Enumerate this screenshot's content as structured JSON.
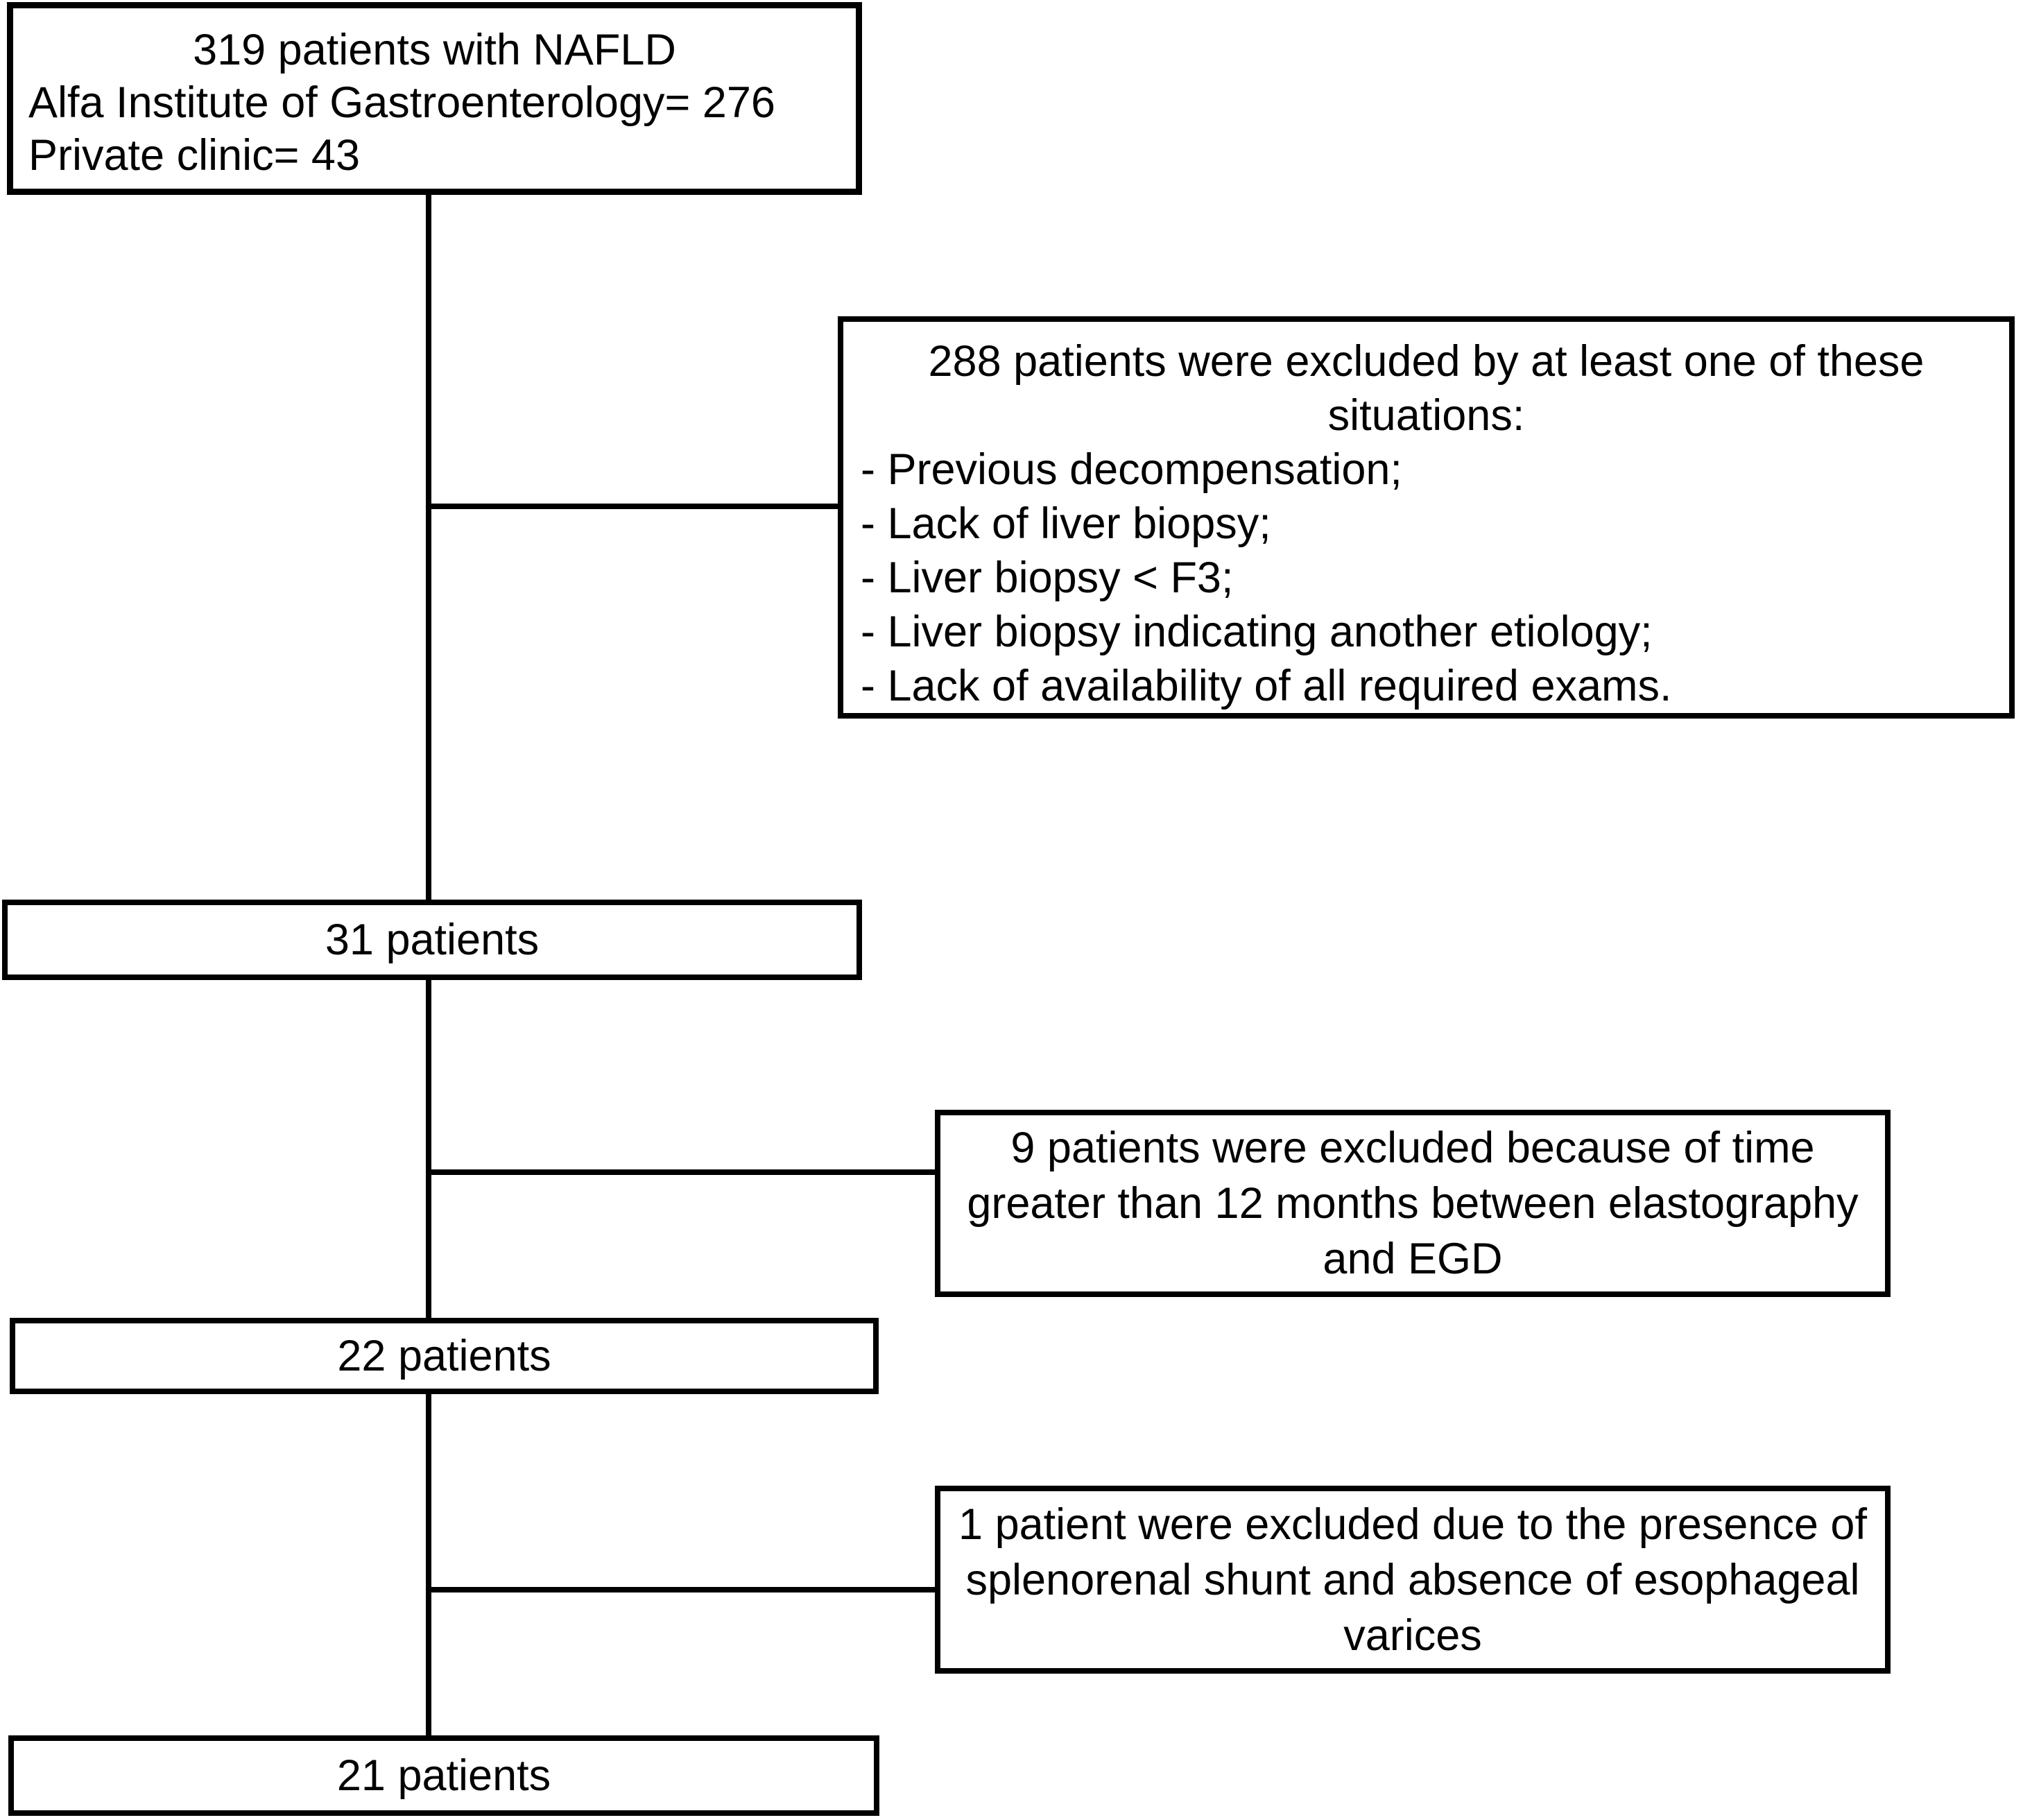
{
  "figure": {
    "background": "#ffffff",
    "ink": "#000000"
  },
  "flow": {
    "source": {
      "title": "319 patients with NAFLD",
      "site1": "Alfa Institute of Gastroenterology= 276",
      "site2": "Private clinic= 43"
    },
    "exclusion1": {
      "heading_line1": "288 patients were excluded by at least one of these",
      "heading_line2": "situations:",
      "bullets": [
        "- Previous decompensation;",
        "- Lack of liver biopsy;",
        "- Liver biopsy < F3;",
        "- Liver biopsy indicating another etiology;",
        "- Lack of availability of all required exams."
      ]
    },
    "cohort31": "31 patients",
    "exclusion2": {
      "line1": "9 patients were excluded because of time",
      "line2": "greater than 12 months between elastography",
      "line3": "and EGD"
    },
    "cohort22": "22 patients",
    "exclusion3": {
      "line1": "1 patient were excluded due to the presence of",
      "line2": "splenorenal shunt and absence of esophageal",
      "line3": "varices"
    },
    "cohort21": "21 patients"
  }
}
